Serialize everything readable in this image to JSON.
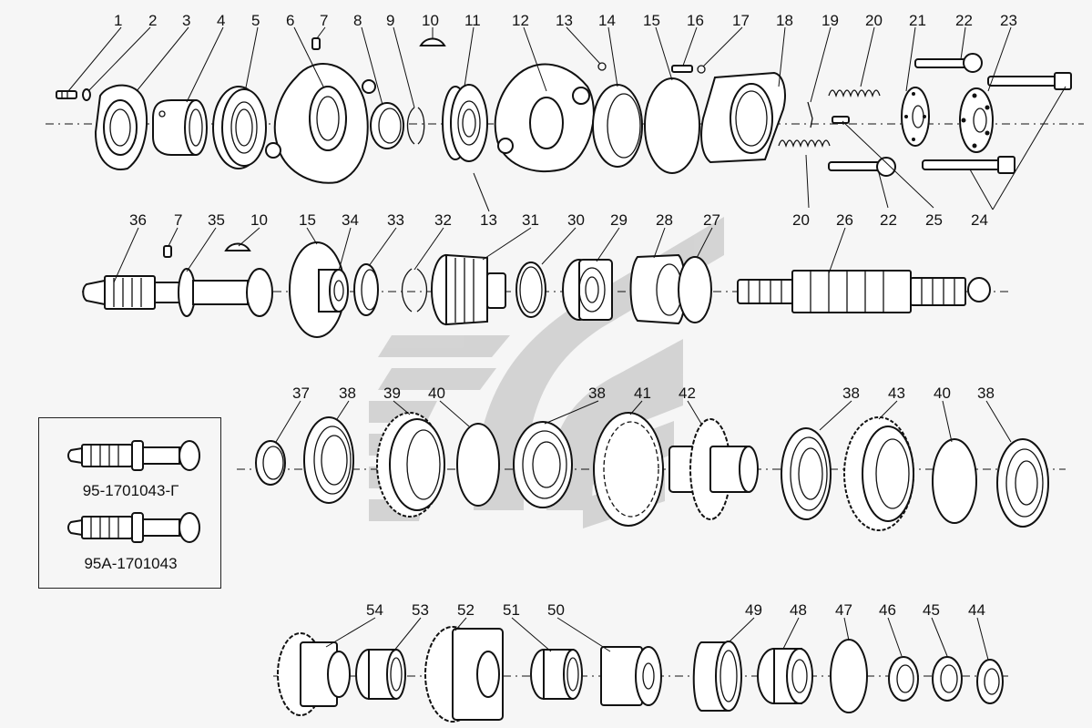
{
  "callouts": [
    {
      "n": "1"
    },
    {
      "n": "2"
    },
    {
      "n": "3"
    },
    {
      "n": "4"
    },
    {
      "n": "5"
    },
    {
      "n": "6"
    },
    {
      "n": "7"
    },
    {
      "n": "8"
    },
    {
      "n": "9"
    },
    {
      "n": "10"
    },
    {
      "n": "11"
    },
    {
      "n": "12"
    },
    {
      "n": "13"
    },
    {
      "n": "14"
    },
    {
      "n": "15"
    },
    {
      "n": "16"
    },
    {
      "n": "17"
    },
    {
      "n": "18"
    },
    {
      "n": "19"
    },
    {
      "n": "20"
    },
    {
      "n": "21"
    },
    {
      "n": "22"
    },
    {
      "n": "23"
    },
    {
      "n": "36"
    },
    {
      "n": "7"
    },
    {
      "n": "35"
    },
    {
      "n": "10"
    },
    {
      "n": "15"
    },
    {
      "n": "34"
    },
    {
      "n": "33"
    },
    {
      "n": "32"
    },
    {
      "n": "13"
    },
    {
      "n": "31"
    },
    {
      "n": "30"
    },
    {
      "n": "29"
    },
    {
      "n": "28"
    },
    {
      "n": "27"
    },
    {
      "n": "20"
    },
    {
      "n": "26"
    },
    {
      "n": "22"
    },
    {
      "n": "25"
    },
    {
      "n": "24"
    },
    {
      "n": "37"
    },
    {
      "n": "38"
    },
    {
      "n": "39"
    },
    {
      "n": "40"
    },
    {
      "n": "38"
    },
    {
      "n": "41"
    },
    {
      "n": "42"
    },
    {
      "n": "38"
    },
    {
      "n": "43"
    },
    {
      "n": "40"
    },
    {
      "n": "38"
    },
    {
      "n": "54"
    },
    {
      "n": "53"
    },
    {
      "n": "52"
    },
    {
      "n": "51"
    },
    {
      "n": "50"
    },
    {
      "n": "49"
    },
    {
      "n": "48"
    },
    {
      "n": "47"
    },
    {
      "n": "46"
    },
    {
      "n": "45"
    },
    {
      "n": "44"
    }
  ],
  "inset": {
    "variant_a": "95-1701043-Г",
    "variant_b": "95А-1701043"
  },
  "watermark": {
    "color": "#b8b8b8"
  }
}
